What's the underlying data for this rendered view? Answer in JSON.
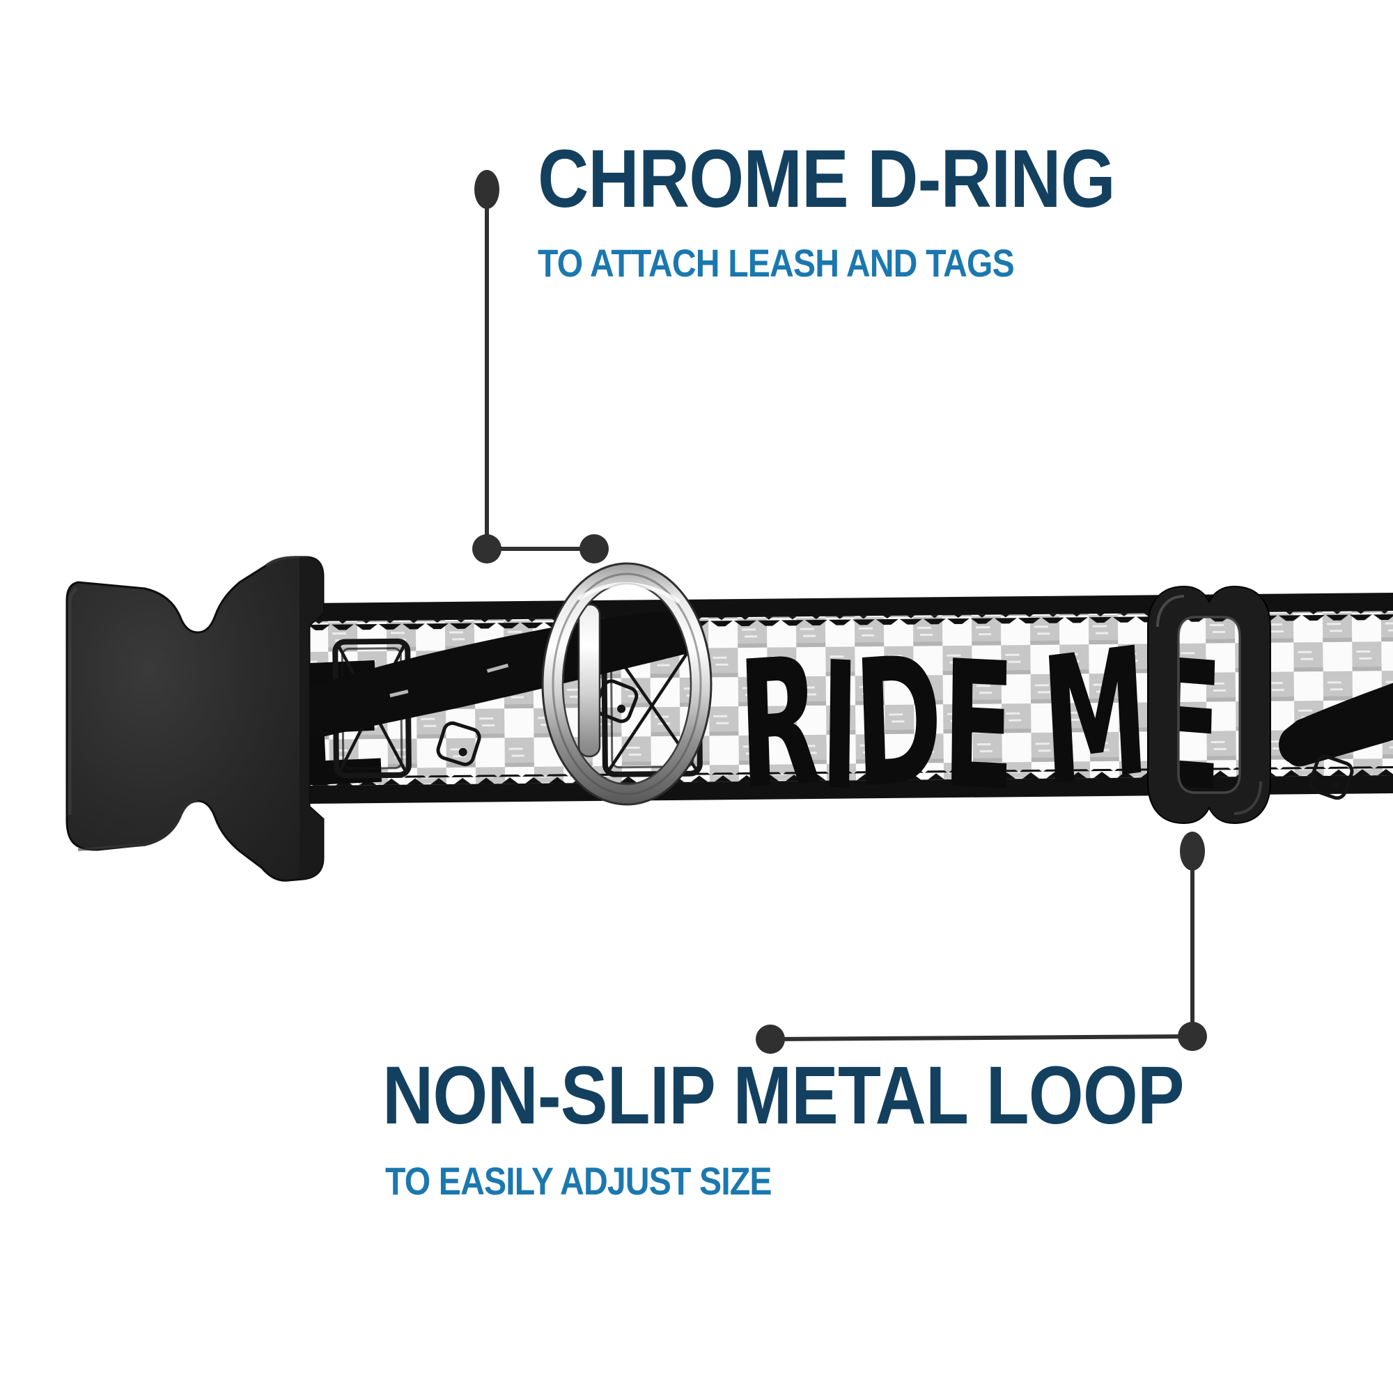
{
  "page": {
    "background": "#ffffff",
    "description": "Dog collar product feature infographic with two callouts"
  },
  "annotations": {
    "top": {
      "title": "CHROME D-RING",
      "subtitle": "TO ATTACH LEASH AND TAGS"
    },
    "bottom": {
      "title": "NON-SLIP METAL LOOP",
      "subtitle": "TO EASILY ADJUST SIZE"
    }
  },
  "collar": {
    "print_text": "RIDE ME",
    "print_text_partial": "E",
    "pattern_name": "white and gray checkerboard with hand-sketched skateboards",
    "parts": {
      "buckle": "black plastic side-release buckle",
      "d_ring": "chrome D-ring",
      "slider": "black metal tri-glide adjustment loop",
      "webbing": "checkerboard printed nylon webbing"
    }
  },
  "colors": {
    "title_navy": "#14405f",
    "subtitle_blue": "#1b78af",
    "leader_gray": "#303030",
    "checker_gray": "#c7c7c7",
    "checker_white": "#fbfbfb",
    "webbing_edge_black": "#111111",
    "buckle_black": "#242424",
    "slider_black": "#1c1c1c",
    "chrome_light": "#f5f5f5",
    "chrome_dark": "#6e6e6e",
    "print_black": "#0c0c0c"
  }
}
